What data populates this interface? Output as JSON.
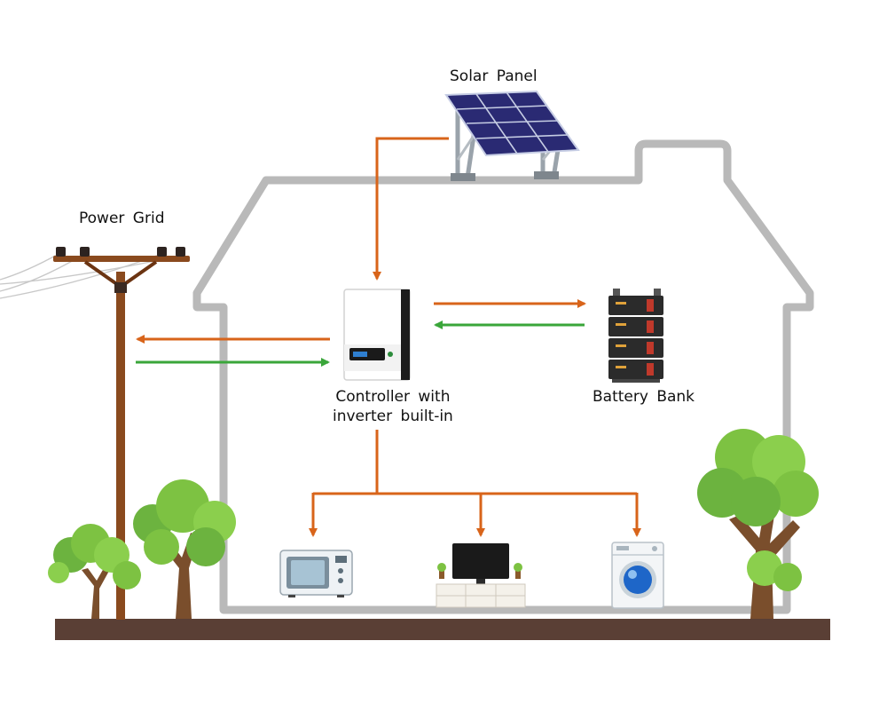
{
  "labels": {
    "solar_panel": "Solar Panel",
    "power_grid": "Power Grid",
    "controller_line1": "Controller with",
    "controller_line2": "inverter built-in",
    "battery_bank": "Battery Bank"
  },
  "colors": {
    "flow_out": "#d8641a",
    "flow_in": "#3aa63a",
    "house_outline": "#b9b9b9",
    "ground": "#5a3f35",
    "pole": "#8a4a1e",
    "tree_leaf": "#7dc242",
    "trunk": "#7a4e2c"
  },
  "flows": [
    {
      "from": "Solar Panel",
      "to": "Controller with inverter built-in",
      "direction": "out"
    },
    {
      "from": "Controller with inverter built-in",
      "to": "Power Grid",
      "direction": "out"
    },
    {
      "from": "Power Grid",
      "to": "Controller with inverter built-in",
      "direction": "in"
    },
    {
      "from": "Controller with inverter built-in",
      "to": "Battery Bank",
      "direction": "out"
    },
    {
      "from": "Battery Bank",
      "to": "Controller with inverter built-in",
      "direction": "in"
    },
    {
      "from": "Controller with inverter built-in",
      "to": "microwave",
      "direction": "out"
    },
    {
      "from": "Controller with inverter built-in",
      "to": "television",
      "direction": "out"
    },
    {
      "from": "Controller with inverter built-in",
      "to": "washing-machine",
      "direction": "out"
    }
  ],
  "icons": [
    "solar-panel-icon",
    "power-pole-icon",
    "inverter-icon",
    "battery-bank-icon",
    "microwave-icon",
    "television-icon",
    "washing-machine-icon",
    "tree-icon"
  ]
}
